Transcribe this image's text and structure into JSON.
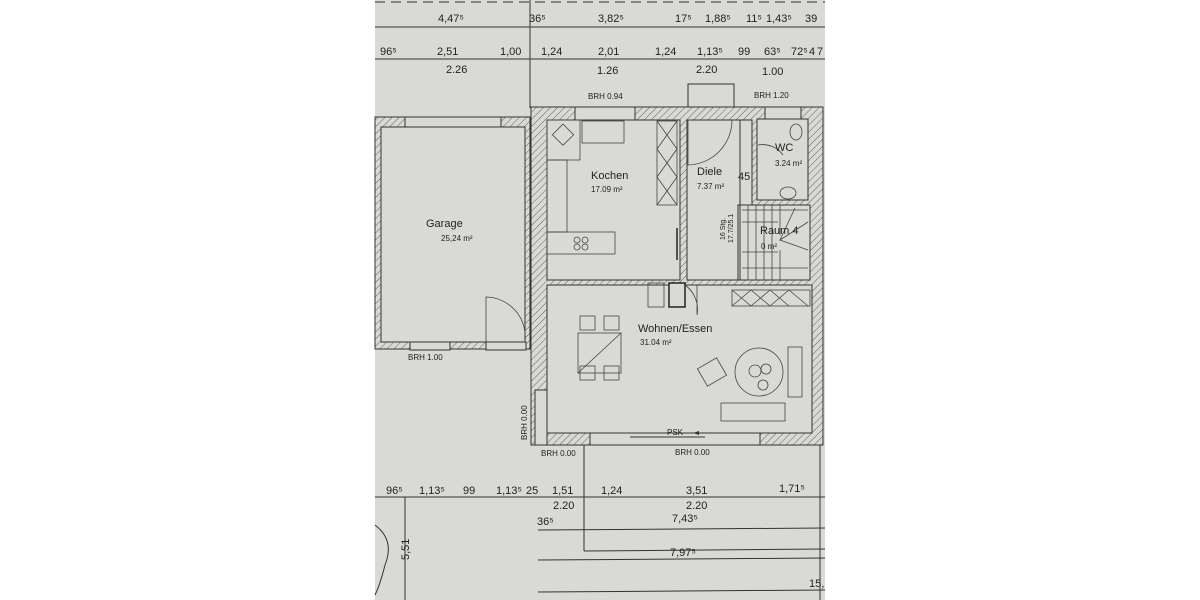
{
  "colors": {
    "paper": "#d9d9d6",
    "ink": "#2a2a2a",
    "background": "#ffffff"
  },
  "rooms": {
    "garage": {
      "name": "Garage",
      "area": "25,24 m²"
    },
    "kochen": {
      "name": "Kochen",
      "area": "17.09 m²"
    },
    "diele": {
      "name": "Diele",
      "area": "7.37 m²"
    },
    "wc": {
      "name": "WC",
      "area": "3.24 m²"
    },
    "raum4": {
      "name": "Raum 4",
      "area": "0 m²"
    },
    "wohnen": {
      "name": "Wohnen/Essen",
      "area": "31.04 m²"
    }
  },
  "annotations": {
    "brh_094": "BRH 0.94",
    "brh_120": "BRH 1.20",
    "brh_100": "BRH 1.00",
    "brh_000_left": "BRH 0.00",
    "brh_000_bottom_left": "BRH 0.00",
    "brh_000_bottom_right": "BRH 0.00",
    "psk": "PSK",
    "door_45": "45",
    "stairs_count": "16 Stg.",
    "stairs_ratio": "17.7/25.1"
  },
  "dimensions": {
    "top_row1": [
      "4,47⁵",
      "36⁵",
      "3,82⁵",
      "17⁵",
      "1,88⁵",
      "11⁵",
      "1,43⁵",
      "39"
    ],
    "top_row2": [
      "96⁵",
      "2,51",
      "1,00",
      "1,24",
      "2,01",
      "1,24",
      "1,13⁵",
      "99",
      "63⁵",
      "72⁵",
      "4",
      "7"
    ],
    "top_row2_below": [
      "2.26",
      "1.26",
      "2.20",
      "1.00"
    ],
    "bottom_row1": [
      "96⁵",
      "1,13⁵",
      "99",
      "1,13⁵",
      "25",
      "1,51",
      "1,24",
      "3,51",
      "1,71⁵"
    ],
    "bottom_row1_below": [
      "2.20",
      "2.20"
    ],
    "bottom_row2": [
      "36⁵",
      "7,43⁵"
    ],
    "bottom_row3": [
      "7,97⁵"
    ],
    "bottom_row4": [
      "15,"
    ],
    "left_vertical": "5,51"
  }
}
